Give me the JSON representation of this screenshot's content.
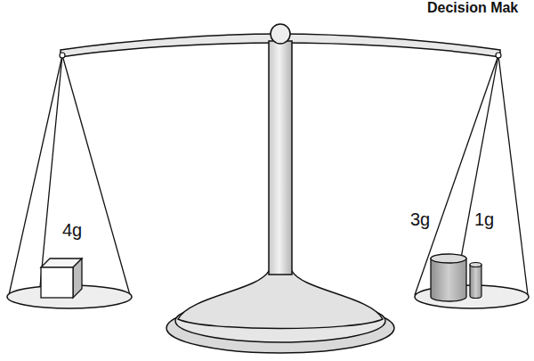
{
  "diagram": {
    "labels": [
      "Decision Mak",
      "4g",
      "3g",
      "1g"
    ]
  }
}
